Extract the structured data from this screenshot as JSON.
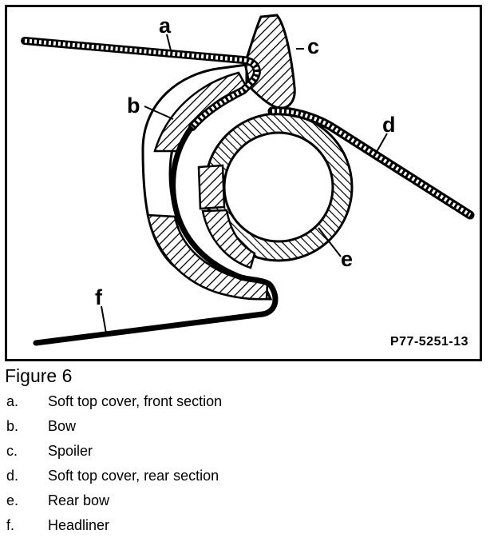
{
  "figure": {
    "part_number": "P77-5251-13",
    "callouts": {
      "a": "a",
      "b": "b",
      "c": "c",
      "d": "d",
      "e": "e",
      "f": "f"
    }
  },
  "caption": {
    "title": "Figure 6",
    "items": [
      {
        "key": "a.",
        "text": "Soft top cover, front section"
      },
      {
        "key": "b.",
        "text": "Bow"
      },
      {
        "key": "c.",
        "text": "Spoiler"
      },
      {
        "key": "d.",
        "text": "Soft top cover, rear section"
      },
      {
        "key": "e.",
        "text": "Rear bow"
      },
      {
        "key": "f.",
        "text": "Headliner"
      }
    ]
  }
}
